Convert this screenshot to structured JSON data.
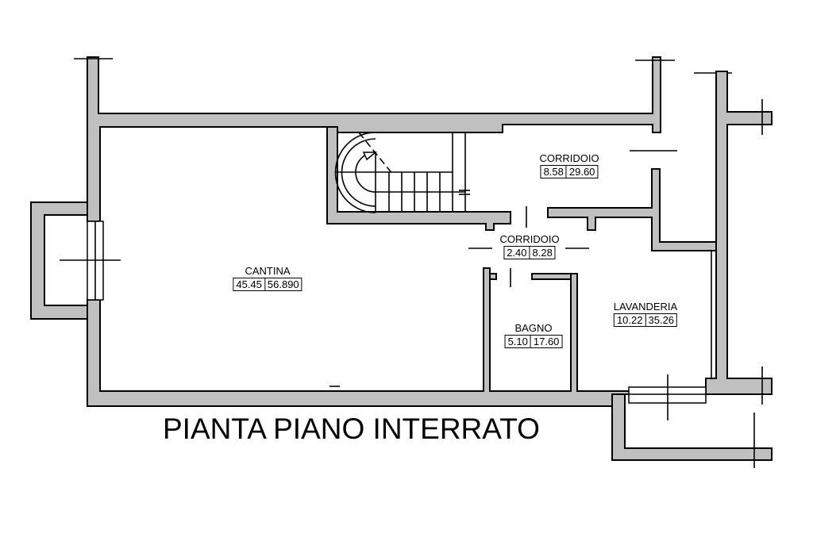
{
  "title": "PIANTA PIANO INTERRATO",
  "rooms": {
    "cantina": {
      "name": "CANTINA",
      "value_a": "45.45",
      "value_b": "56.890"
    },
    "corridoio_upper": {
      "name": "CORRIDOIO",
      "value_a": "8.58",
      "value_b": "29.60"
    },
    "corridoio_lower": {
      "name": "CORRIDOIO",
      "value_a": "2.40",
      "value_b": "8.28"
    },
    "bagno": {
      "name": "BAGNO",
      "value_a": "5.10",
      "value_b": "17.60"
    },
    "lavanderia": {
      "name": "LAVANDERIA",
      "value_a": "10.22",
      "value_b": "35.26"
    }
  },
  "colors": {
    "wall": "#c0c0c0",
    "line": "#000000"
  }
}
